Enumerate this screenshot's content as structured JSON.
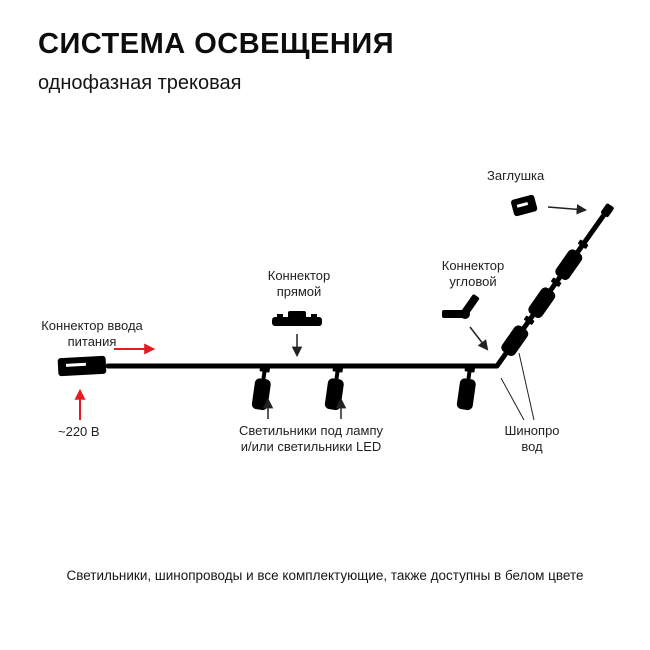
{
  "header": {
    "title": "СИСТЕМА ОСВЕЩЕНИЯ",
    "subtitle": "однофазная трековая"
  },
  "diagram": {
    "end_cap_label": "Заглушка",
    "straight_connector": {
      "line1": "Коннектор",
      "line2": "прямой"
    },
    "corner_connector": {
      "line1": "Коннектор",
      "line2": "угловой"
    },
    "power_input": {
      "line1": "Коннектор ввода",
      "line2": "питания"
    },
    "voltage_label": "~220 В",
    "fixtures": {
      "line1": "Светильники под лампу",
      "line2": "и/или светильники LED"
    },
    "track": {
      "line1": "Шинопро",
      "line2": "вод"
    },
    "icons": {
      "end_cap": "end-cap-icon",
      "straight_connector": "straight-connector-icon",
      "corner_connector": "corner-connector-icon",
      "power_connector": "power-connector-icon",
      "spotlight": "spotlight-icon",
      "track": "track-line"
    },
    "colors": {
      "accent_red": "#e51b23",
      "track_black": "#000000"
    }
  },
  "footer": {
    "note": "Светильники, шинопроводы и все комплектующие, также доступны в белом цвете"
  }
}
